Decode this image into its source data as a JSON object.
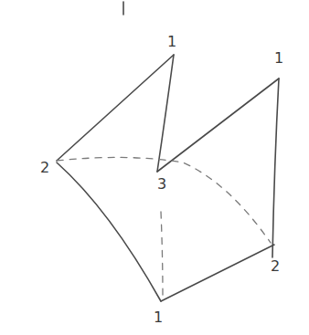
{
  "diagram": {
    "labels": [
      "1",
      "1",
      "2",
      "3",
      "2",
      "1"
    ]
  }
}
